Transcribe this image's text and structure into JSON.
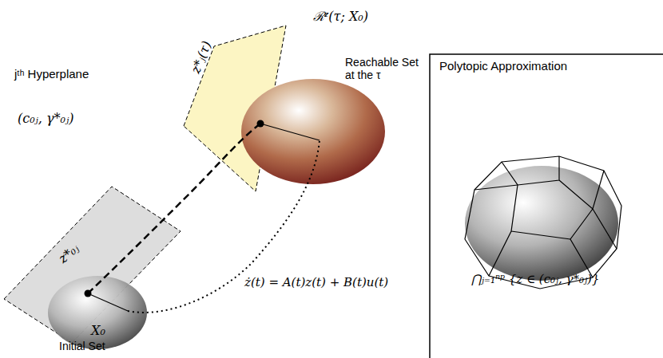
{
  "diagram": {
    "nodes": [
      {
        "text": [
          "Polytopic Approximation",
          "⋂ⱼ₌₁ⁿᵖ {z ∈ (c₀ⱼ, γ*₀ⱼ)}"
        ]
      }
    ],
    "labels": [
      "ℛᶻ(τ; X₀)",
      "Reachable Set at the τ",
      "jᵗʰ Hyperplane",
      "(c₀ⱼ, γ*₀ⱼ)",
      "z*ⱼ(τ)",
      "z*₀ⱼ",
      "ż(t) = A(t)z(t)  + B(t)u(t)",
      "X₀",
      "Initial Set"
    ]
  }
}
